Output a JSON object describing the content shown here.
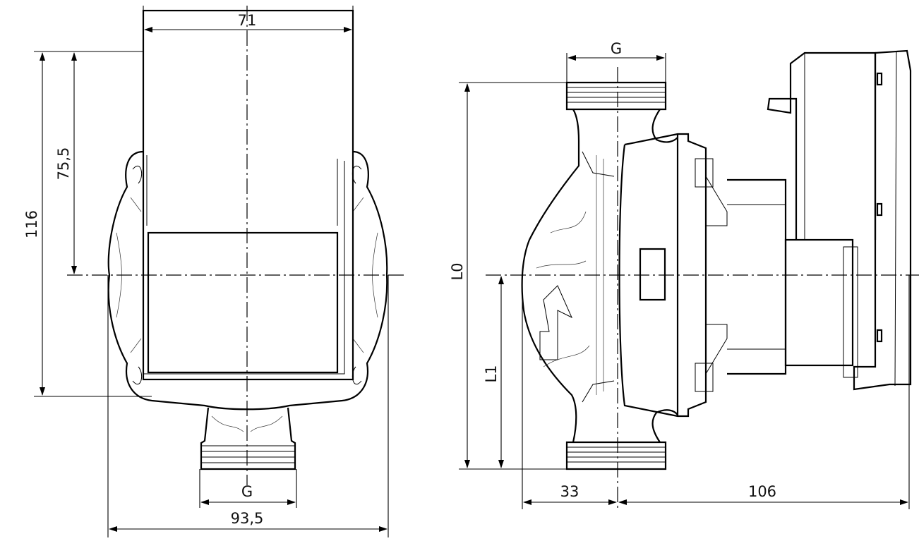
{
  "front_view": {
    "dim_width_top": "71",
    "dim_height_upper": "75,5",
    "dim_height_total": "116",
    "dim_thread": "G",
    "dim_width_total": "93,5"
  },
  "side_view": {
    "dim_thread": "G",
    "dim_length_L0": "L0",
    "dim_length_L1": "L1",
    "dim_offset": "33",
    "dim_depth": "106"
  }
}
